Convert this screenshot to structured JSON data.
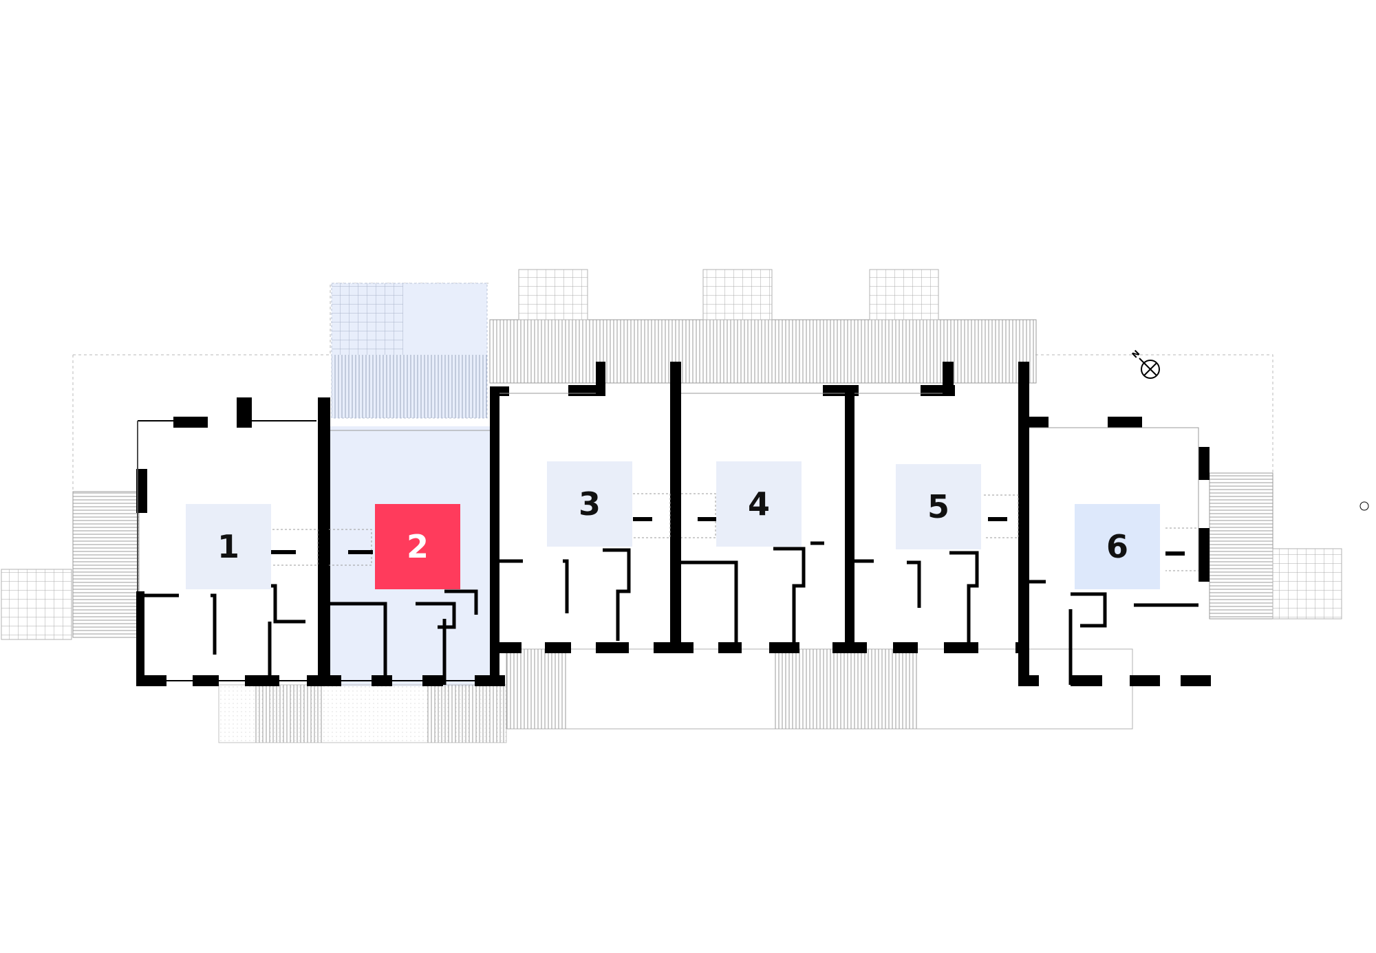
{
  "plan": {
    "units": [
      {
        "label": "1",
        "state": "available"
      },
      {
        "label": "2",
        "state": "selected"
      },
      {
        "label": "3",
        "state": "available"
      },
      {
        "label": "4",
        "state": "available"
      },
      {
        "label": "5",
        "state": "available"
      },
      {
        "label": "6",
        "state": "highlighted"
      }
    ],
    "compass_label": "N",
    "colors": {
      "available": "#e9eef9",
      "highlighted": "#dde8fb",
      "selected": "#ff3b5c",
      "selected_area": "#e8eefb",
      "wall": "#000000",
      "hatch": "#9a9a9a"
    }
  }
}
